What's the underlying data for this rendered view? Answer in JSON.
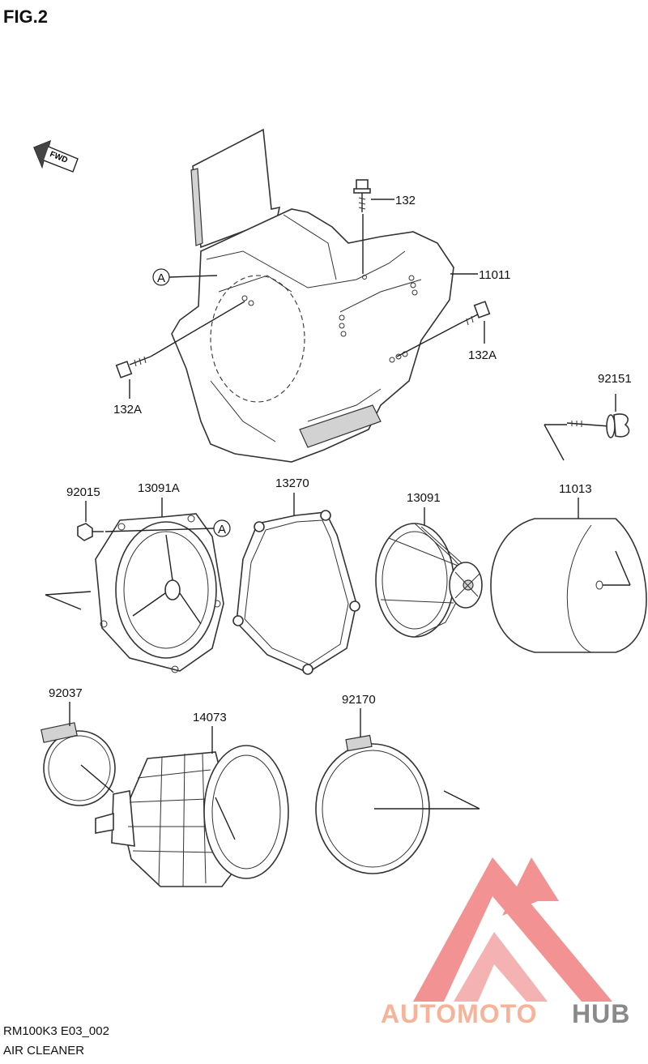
{
  "figure": {
    "title": "FIG.2",
    "model_code": "RM100K3 E03_002",
    "caption": "AIR CLEANER"
  },
  "direction_tag": "FWD",
  "reference_mark": "A",
  "parts": {
    "p132": "132",
    "p11011": "11011",
    "p132A_left": "132A",
    "p132A_right": "132A",
    "p92151": "92151",
    "p92015": "92015",
    "p13091A": "13091A",
    "p13270": "13270",
    "p13091": "13091",
    "p11013": "11013",
    "p92037": "92037",
    "p14073": "14073",
    "p92170": "92170"
  },
  "watermark": {
    "text_a": "AUTOMOTO",
    "text_b": "HUB",
    "color_a": "#f7b39a",
    "color_b": "#8a8a8a",
    "logo_color": "#f08080"
  }
}
